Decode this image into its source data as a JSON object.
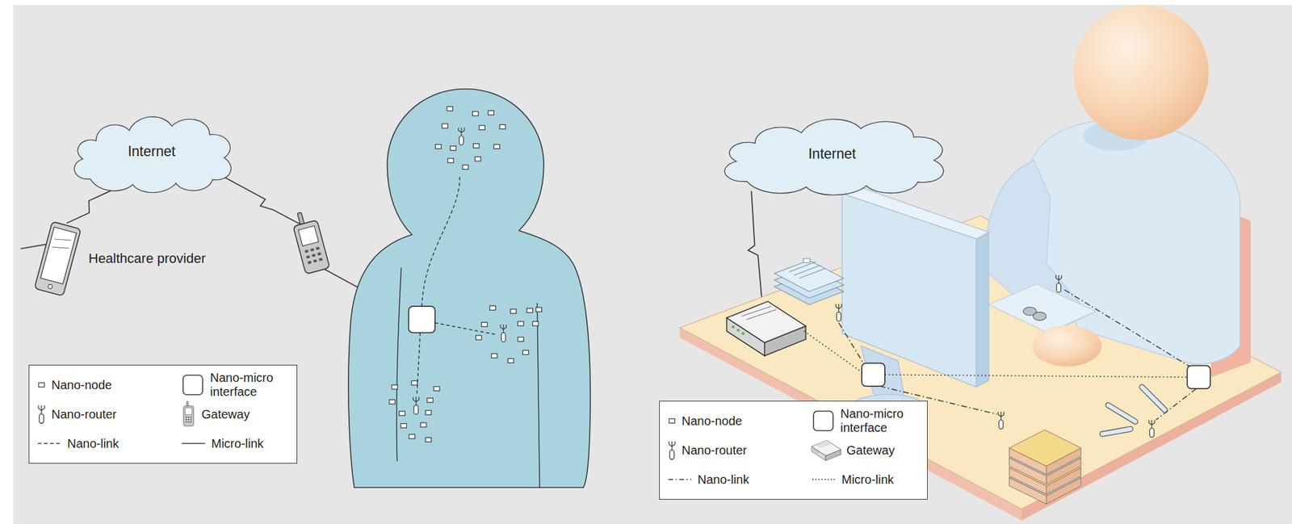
{
  "diagram": {
    "nodes": [
      {
        "text": [
          "Internet"
        ]
      },
      {
        "text": [
          "Healthcare provider"
        ]
      },
      {
        "text": [
          "Internet"
        ]
      }
    ],
    "edges": [
      {
        "from": 0,
        "to": 1,
        "arrow": "none"
      }
    ],
    "legend": [
      {
        "text": "Nano-node"
      },
      {
        "text": "Nano-micro interface"
      },
      {
        "text": "Nano-router"
      },
      {
        "text": "Gateway"
      },
      {
        "text": "Nano-link"
      },
      {
        "text": "Micro-link"
      },
      {
        "text": "Nano-node"
      },
      {
        "text": "Nano-micro interface"
      },
      {
        "text": "Nano-router"
      },
      {
        "text": "Gateway"
      },
      {
        "text": "Nano-link"
      },
      {
        "text": "Micro-link"
      }
    ]
  }
}
